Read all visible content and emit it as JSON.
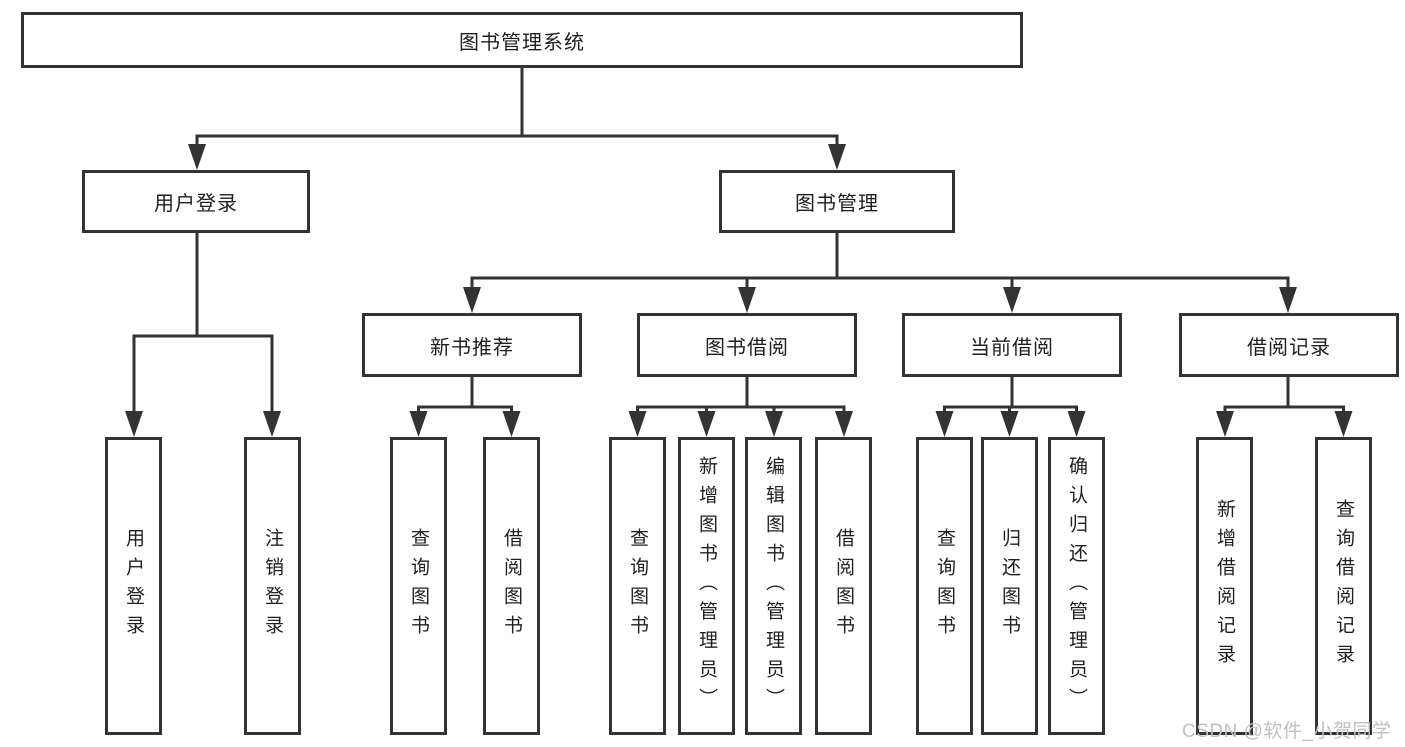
{
  "title": "图书管理系统",
  "watermark": "CSDN @软件_小贺同学",
  "colors": {
    "background": "#ffffff",
    "box_border": "#333333",
    "connector_line": "#333333",
    "text": "#1f1f1f",
    "watermark_text": "#c0c0c0"
  },
  "tree": {
    "label": "图书管理系统",
    "children": [
      {
        "label": "用户登录",
        "children": [
          {
            "label": "用户登录"
          },
          {
            "label": "注销登录"
          }
        ]
      },
      {
        "label": "图书管理",
        "children": [
          {
            "label": "新书推荐",
            "children": [
              {
                "label": "查询图书"
              },
              {
                "label": "借阅图书"
              }
            ]
          },
          {
            "label": "图书借阅",
            "children": [
              {
                "label": "查询图书"
              },
              {
                "label": "新增图书（管理员）"
              },
              {
                "label": "编辑图书（管理员）"
              },
              {
                "label": "借阅图书"
              }
            ]
          },
          {
            "label": "当前借阅",
            "children": [
              {
                "label": "查询图书"
              },
              {
                "label": "归还图书"
              },
              {
                "label": "确认归还（管理员）"
              }
            ]
          },
          {
            "label": "借阅记录",
            "children": [
              {
                "label": "新增借阅记录"
              },
              {
                "label": "查询借阅记录"
              }
            ]
          }
        ]
      }
    ]
  }
}
